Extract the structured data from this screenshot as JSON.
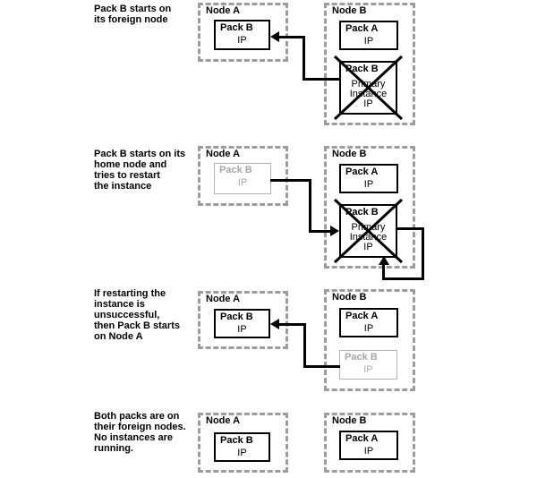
{
  "colors": {
    "background": "#ffffff",
    "node_border_gray": "#9c9c9c",
    "inactive_gray": "#a6a6a6",
    "active_black": "#000000"
  },
  "rows": [
    {
      "caption": "Pack B starts on\nits foreign node",
      "node_a": {
        "label": "Node A",
        "pack": {
          "title": "Pack B",
          "body": "IP",
          "state": "active"
        }
      },
      "node_b": {
        "label": "Node B",
        "pack_top": {
          "title": "Pack A",
          "body": "IP",
          "state": "active"
        },
        "pack_bottom": {
          "title": "Pack B",
          "body": "Primary\nInstance\nIP",
          "state": "failed-crossed-out"
        }
      },
      "arrows": [
        "node-b-pack-b to node-a-pack-b"
      ]
    },
    {
      "caption": "Pack B starts on its\nhome node and\ntries to restart\nthe instance",
      "node_a": {
        "label": "Node A",
        "pack": {
          "title": "Pack B",
          "body": "IP",
          "state": "inactive"
        }
      },
      "node_b": {
        "label": "Node B",
        "pack_top": {
          "title": "Pack A",
          "body": "IP",
          "state": "active"
        },
        "pack_bottom": {
          "title": "Pack B",
          "body": "Primary\nInstance\nIP",
          "state": "failed-crossed-out"
        }
      },
      "arrows": [
        "node-a-pack-b to node-b-pack-b",
        "node-b-pack-b restart loop back into node-b-pack-b"
      ]
    },
    {
      "caption": "If restarting the\ninstance is\nunsuccessful,\nthen Pack B starts\non Node A",
      "node_a": {
        "label": "Node A",
        "pack": {
          "title": "Pack B",
          "body": "IP",
          "state": "active"
        }
      },
      "node_b": {
        "label": "Node B",
        "pack_top": {
          "title": "Pack A",
          "body": "IP",
          "state": "active"
        },
        "pack_bottom": {
          "title": "Pack B",
          "body": "IP",
          "state": "inactive"
        }
      },
      "arrows": [
        "node-b-pack-b to node-a-pack-b"
      ]
    },
    {
      "caption": "Both packs are on\ntheir foreign nodes.\nNo instances are\nrunning.",
      "node_a": {
        "label": "Node A",
        "pack": {
          "title": "Pack B",
          "body": "IP",
          "state": "active"
        }
      },
      "node_b": {
        "label": "Node B",
        "pack_top": {
          "title": "Pack A",
          "body": "IP",
          "state": "active"
        }
      },
      "arrows": []
    }
  ]
}
